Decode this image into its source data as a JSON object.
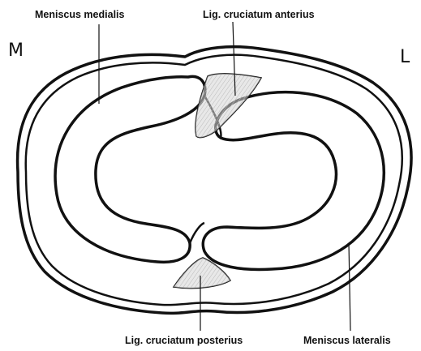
{
  "labels": {
    "meniscus_medialis": "Meniscus medialis",
    "lig_anterius": "Lig. cruciatum anterius",
    "lig_posterius": "Lig. cruciatum posterius",
    "meniscus_lateralis": "Meniscus lateralis"
  },
  "sides": {
    "medial": "M",
    "lateral": "L"
  },
  "colors": {
    "outline": "#111111",
    "ligament_fill": "#d6d6d6",
    "ligament_hatch": "#9a9a9a",
    "background": "#ffffff"
  }
}
